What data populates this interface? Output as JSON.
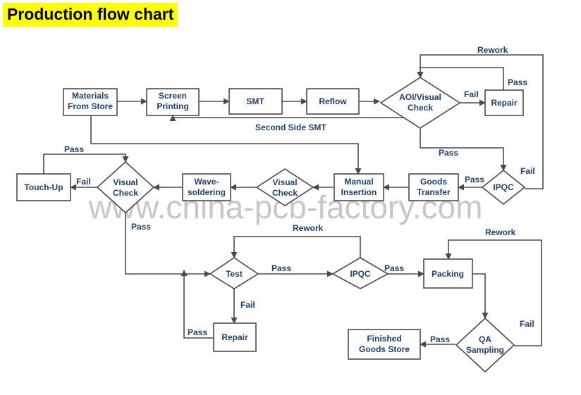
{
  "title": "Production flow chart",
  "watermark": "www.china-pcb-factory.com",
  "nodes": {
    "materials": [
      "Materials",
      "From Store"
    ],
    "screen": [
      "Screen",
      "Printing"
    ],
    "smt": [
      "SMT"
    ],
    "reflow": [
      "Reflow"
    ],
    "aoi": [
      "AOI/Visual",
      "Check"
    ],
    "repair_top": [
      "Repair"
    ],
    "ipqc_right": [
      "IPQC"
    ],
    "goods": [
      "Goods",
      "Transfer"
    ],
    "manual": [
      "Manual",
      "Insertion"
    ],
    "visual_mid": [
      "Visual",
      "Check"
    ],
    "wave": [
      "Wave-",
      "soldering"
    ],
    "visual_left": [
      "Visual",
      "Check"
    ],
    "touchup": [
      "Touch-Up"
    ],
    "test": [
      "Test"
    ],
    "ipqc_mid": [
      "IPQC"
    ],
    "packing": [
      "Packing"
    ],
    "repair_bottom": [
      "Repair"
    ],
    "qa": [
      "QA",
      "Sampling"
    ],
    "finished": [
      "Finished",
      "Goods Store"
    ]
  },
  "edge_labels": {
    "rework_top": "Rework",
    "pass_repair": "Pass",
    "fail_aoi": "Fail",
    "second_side": "Second Side SMT",
    "pass_aoi": "Pass",
    "fail_ipqc_right": "Fail",
    "pass_ipqc_right": "Pass",
    "pass_touchup": "Pass",
    "fail_visual_left": "Fail",
    "pass_visual_left": "Pass",
    "rework_mid": "Rework",
    "pass_test": "Pass",
    "pass_ipqc_mid": "Pass",
    "fail_test": "Fail",
    "pass_repair_bottom": "Pass",
    "rework_bottom": "Rework",
    "fail_qa": "Fail",
    "pass_qa": "Pass"
  }
}
